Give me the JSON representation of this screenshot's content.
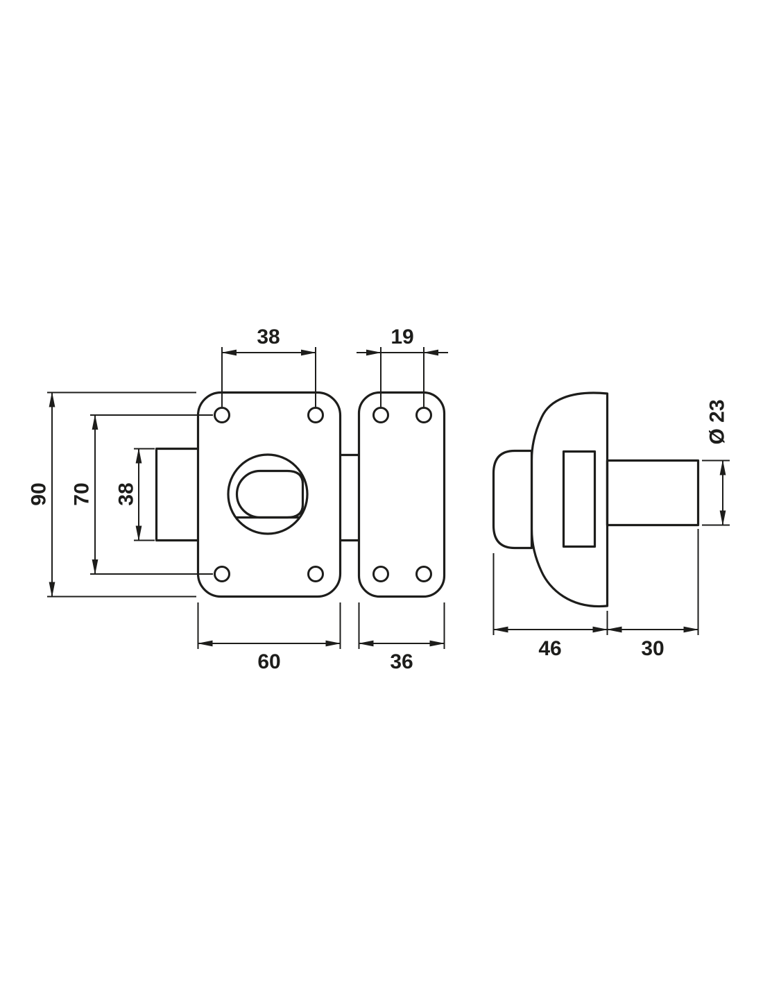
{
  "drawing": {
    "ink_color": "#1d1d1b",
    "background_color": "#ffffff",
    "type": "technical-dimension-drawing",
    "subject": "door-bolt-lock-with-strike-plate-and-cylinder",
    "dims": {
      "front_hole_spacing": "38",
      "strike_hole_spacing": "19",
      "body_height": "90",
      "vertical_hole_spacing": "70",
      "bolt_height": "38",
      "body_width": "60",
      "strike_width": "36",
      "cylinder_diameter": "Ø 23",
      "body_depth": "46",
      "cylinder_length": "30"
    }
  }
}
